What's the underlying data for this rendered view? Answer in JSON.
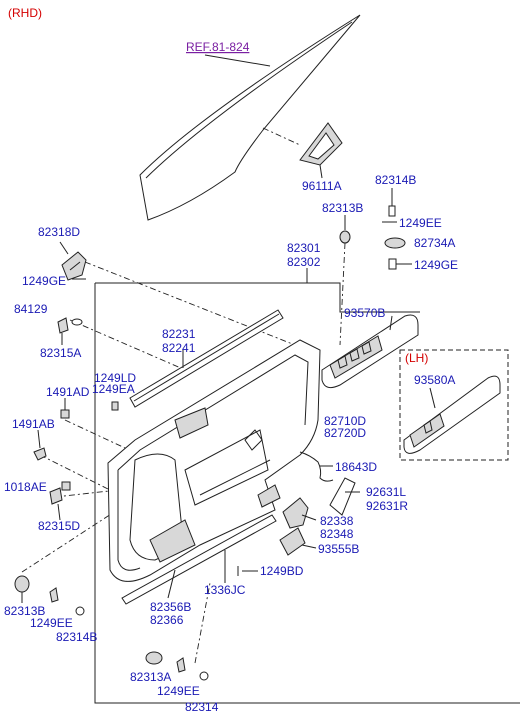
{
  "header": {
    "variant": "(RHD)"
  },
  "inset": {
    "title": "(LH)"
  },
  "reference": "REF.81-824",
  "labels": {
    "p96111A": "96111A",
    "p82314B_top": "82314B",
    "p82313B_top": "82313B",
    "p1249EE_top": "1249EE",
    "p82734A": "82734A",
    "p82301": "82301",
    "p82302": "82302",
    "p1249GE_right": "1249GE",
    "p82318D": "82318D",
    "p1249GE_left": "1249GE",
    "p84129": "84129",
    "p82315A": "82315A",
    "p93570B": "93570B",
    "p82231": "82231",
    "p82241": "82241",
    "p1249LD": "1249LD",
    "p1249EA": "1249EA",
    "p1491AD": "1491AD",
    "p93580A": "93580A",
    "p1491AB": "1491AB",
    "p82710D": "82710D",
    "p82720D": "82720D",
    "p18643D": "18643D",
    "p1018AE": "1018AE",
    "p92631L": "92631L",
    "p92631R": "92631R",
    "p82315D": "82315D",
    "p82338": "82338",
    "p82348": "82348",
    "p93555B": "93555B",
    "p1336JC": "1336JC",
    "p1249BD": "1249BD",
    "p82313B_bot": "82313B",
    "p1249EE_bot": "1249EE",
    "p82314B_bot": "82314B",
    "p82356B": "82356B",
    "p82366": "82366",
    "p82313A": "82313A",
    "p1249EE_low": "1249EE",
    "p82314": "82314"
  },
  "colors": {
    "label": "#1a1ab4",
    "variant": "#d40000",
    "reference": "#7a1fa2",
    "line": "#222222"
  }
}
